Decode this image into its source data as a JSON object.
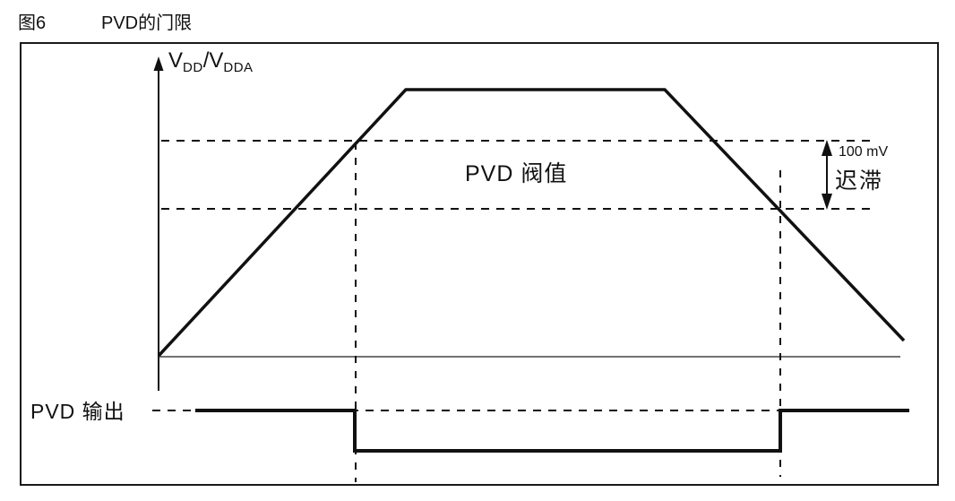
{
  "figure_caption": {
    "number": "图6",
    "title": "PVD的门限"
  },
  "diagram": {
    "y_axis_label": {
      "base1": "V",
      "sub1": "DD",
      "base2": "/V",
      "sub2": "DDA"
    },
    "threshold_label": "PVD 阀值",
    "hysteresis": {
      "value": "100 mV",
      "label": "迟滞"
    },
    "output_label": "PVD 输出",
    "line_color": "#111111",
    "background_color": "#ffffff"
  }
}
